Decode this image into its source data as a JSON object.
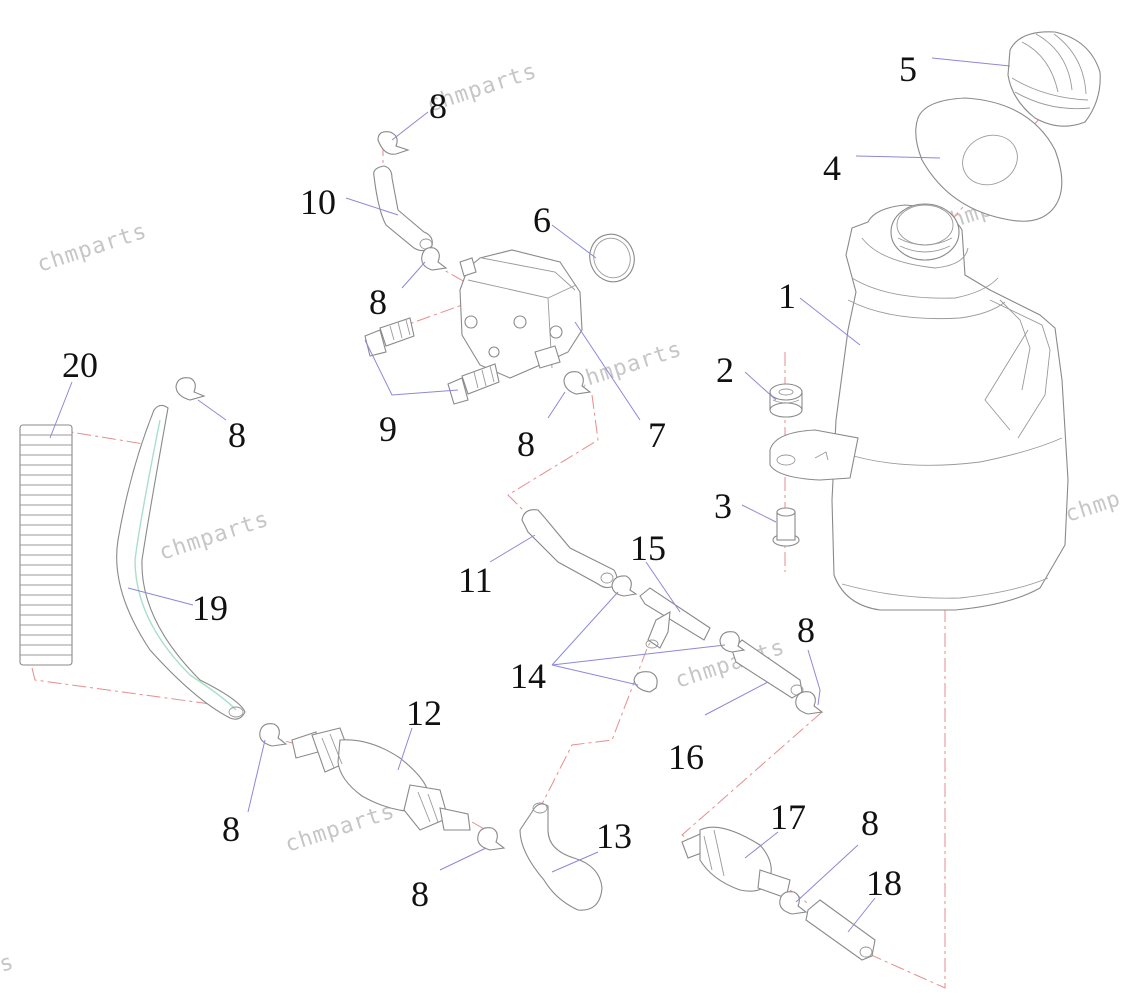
{
  "watermark": {
    "text": "chmparts",
    "partial_right": "chmp",
    "partial_left": "s"
  },
  "callouts": {
    "p1": "1",
    "p2": "2",
    "p3": "3",
    "p4": "4",
    "p5": "5",
    "p6": "6",
    "p7": "7",
    "p8a": "8",
    "p8b": "8",
    "p8c": "8",
    "p8d": "8",
    "p8e": "8",
    "p8f": "8",
    "p8g": "8",
    "p8h": "8",
    "p9": "9",
    "p10": "10",
    "p11": "11",
    "p12": "12",
    "p13": "13",
    "p14": "14",
    "p15": "15",
    "p16": "16",
    "p17": "17",
    "p18": "18",
    "p19": "19",
    "p20": "20"
  },
  "colors": {
    "line": "#8a8a8a",
    "centerline": "#e58e8e",
    "leader": "#8d88d8",
    "hose_highlight": "#a8e0c8",
    "watermark": "#c6c6c6"
  }
}
